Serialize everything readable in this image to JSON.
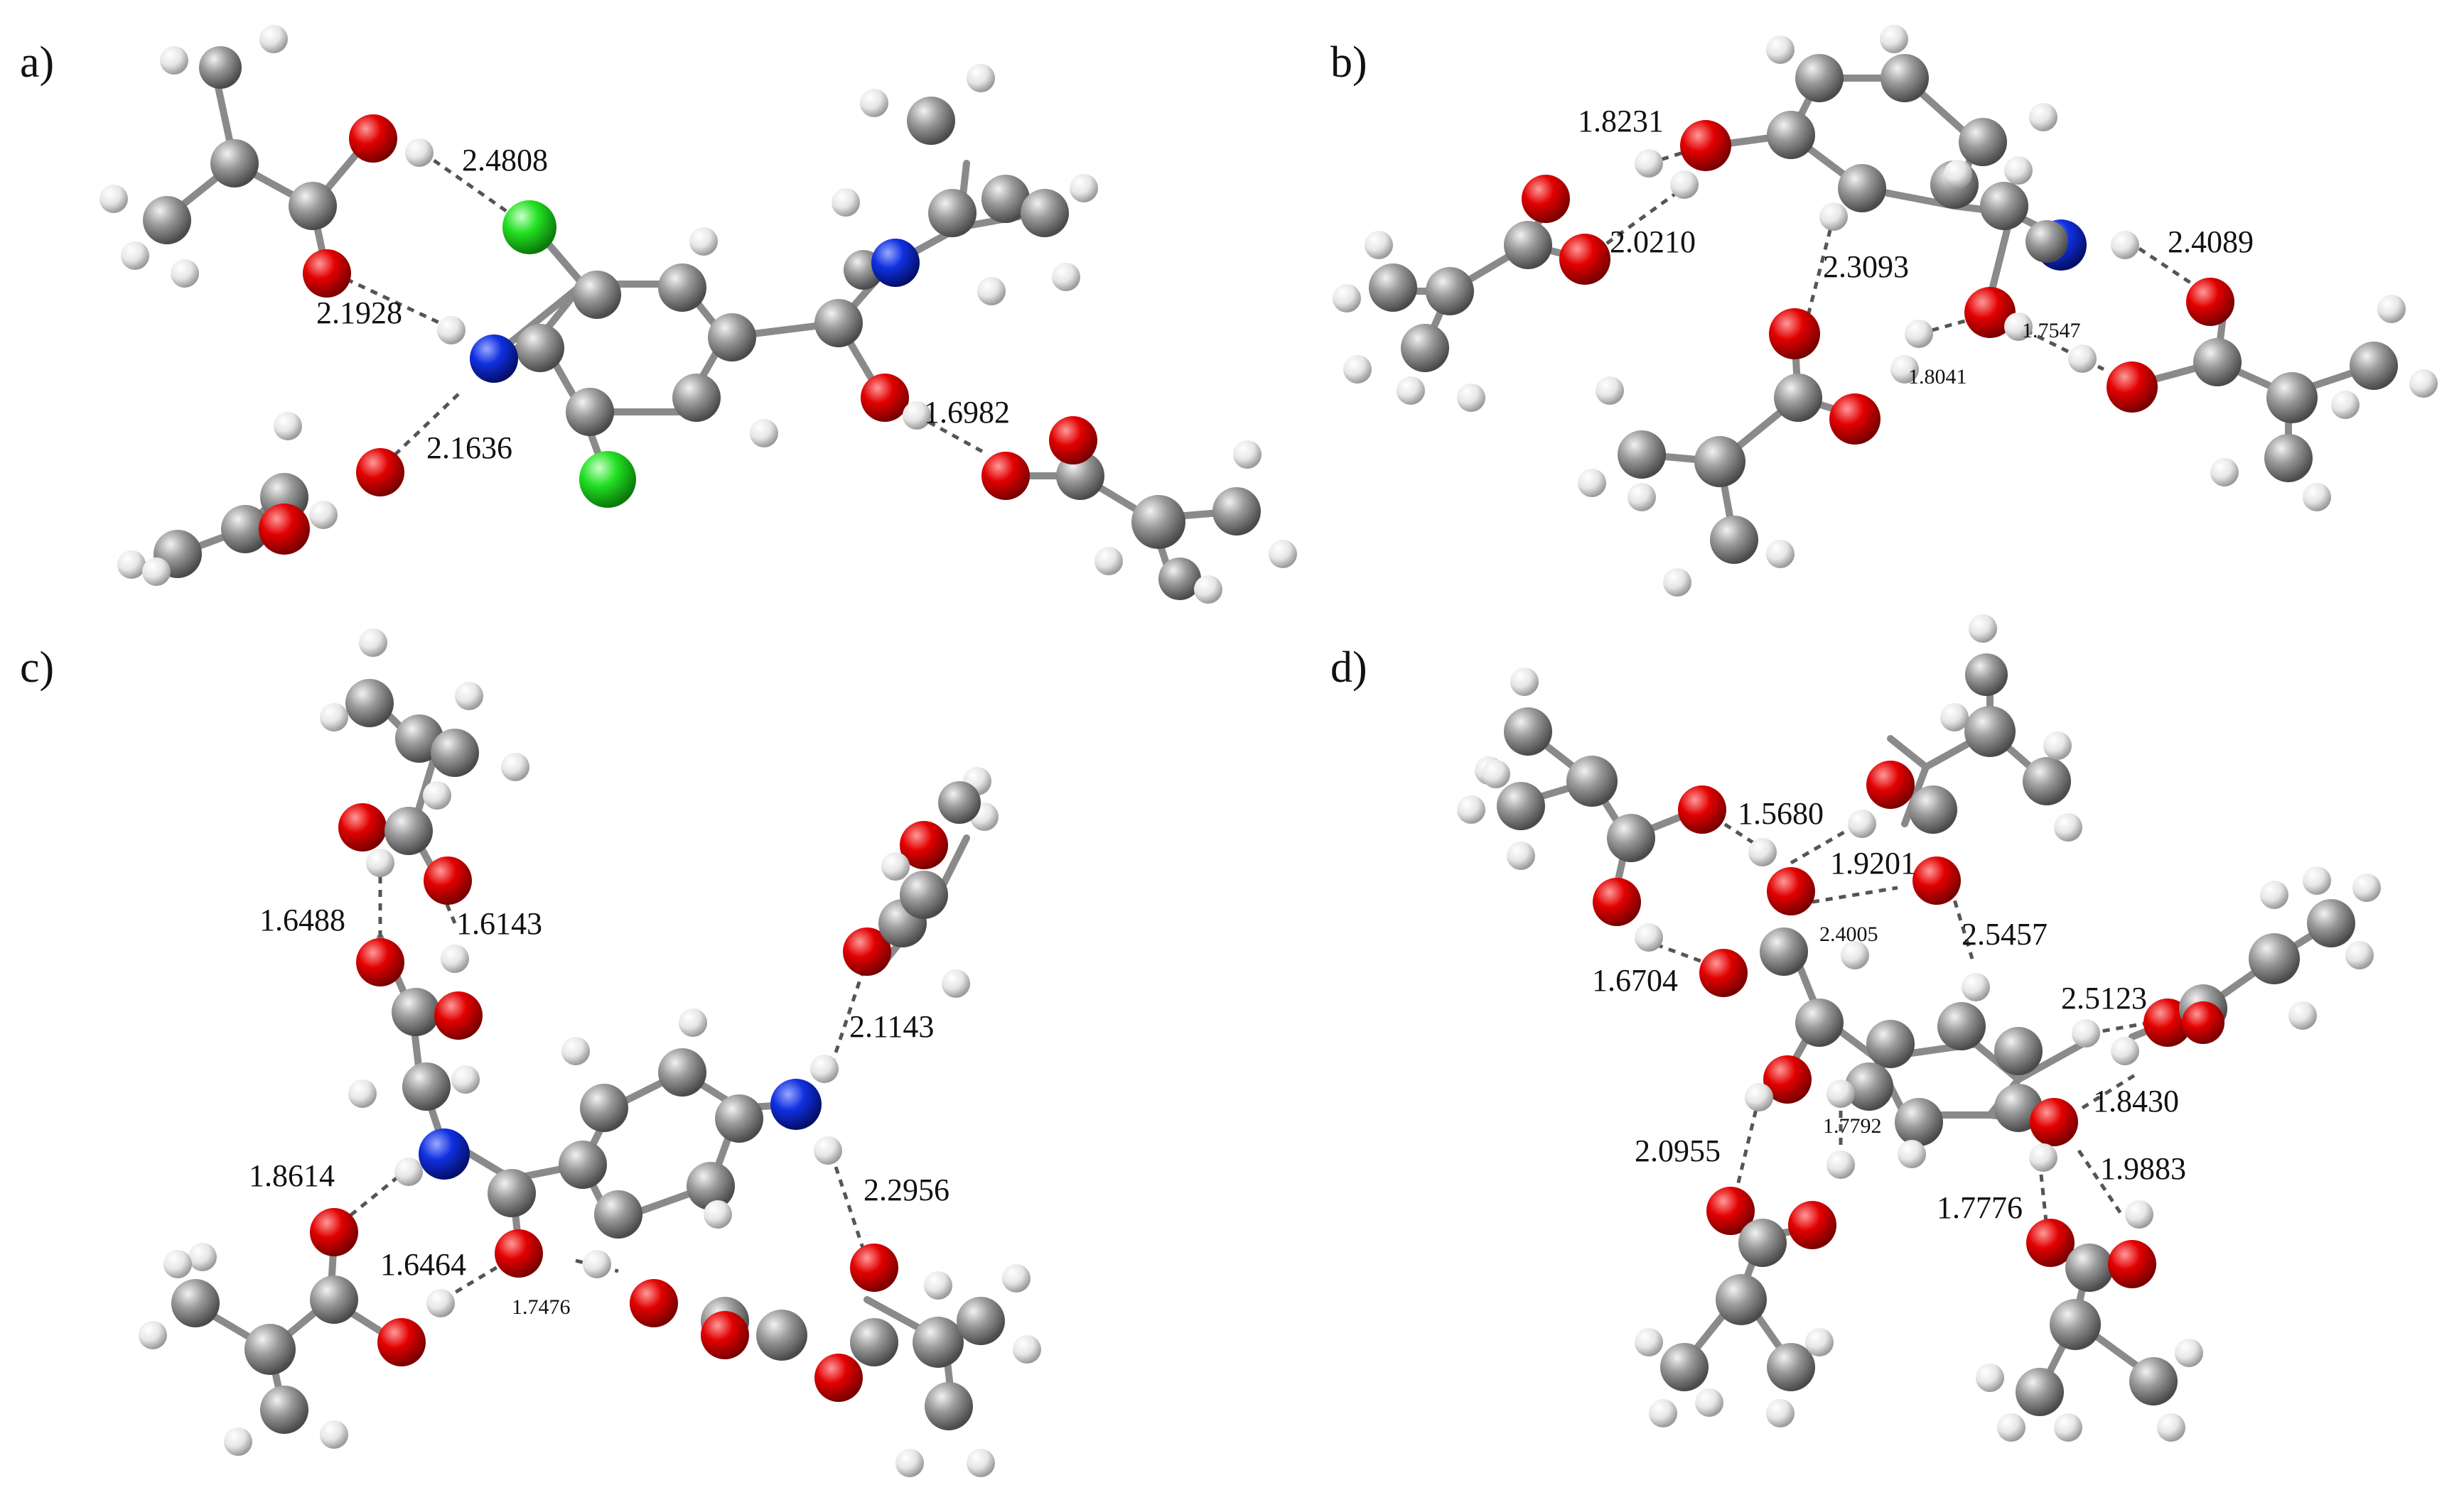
{
  "panels": [
    {
      "label": "a)",
      "distances": [
        "2.4808",
        "2.1928",
        "2.1636",
        "1.6982"
      ]
    },
    {
      "label": "b)",
      "distances": [
        "1.8231",
        "2.0210",
        "2.3093",
        "2.4089",
        "1.7547",
        "1.8041"
      ]
    },
    {
      "label": "c)",
      "distances": [
        "1.6488",
        "1.6143",
        "2.1143",
        "1.8614",
        "1.6464",
        "1.7476",
        "2.2956"
      ]
    },
    {
      "label": "d)",
      "distances": [
        "1.5680",
        "1.9201",
        "2.4005",
        "2.5457",
        "1.6704",
        "2.5123",
        "1.7792",
        "1.8430",
        "2.0955",
        "1.9883",
        "1.7776"
      ]
    }
  ],
  "atom_colors": {
    "C": "#8c8c8c",
    "H": "#e8e8e8",
    "O": "#e00000",
    "N": "#0d2dd8",
    "Cl": "#22dd22"
  }
}
